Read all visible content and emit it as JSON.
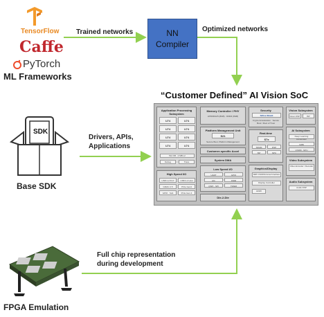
{
  "frameworks": {
    "tensorflow": "TensorFlow",
    "caffe": "Caffe",
    "pytorch": "PyTorch",
    "caption": "ML Frameworks"
  },
  "arrows": {
    "trained": "Trained networks",
    "optimized": "Optimized networks",
    "drivers": [
      "Drivers, APIs,",
      "Applications"
    ],
    "fullchip": [
      "Full chip representation",
      "during development"
    ]
  },
  "compiler": {
    "line1": "NN",
    "line2": "Compiler"
  },
  "soc": {
    "title": "“Customer Defined” AI Vision SoC",
    "app_proc": "Application Processing Subsystem",
    "u74": [
      "U74",
      "U74",
      "U74",
      "U74",
      "U74",
      "U74",
      "U74",
      "U74"
    ],
    "l2": "512 KB · 2 MB L2",
    "debug": "Debug",
    "trace": "Trace",
    "high_speed": "High Speed I/O",
    "hs_items": [
      "USB 3.2 PHY",
      "USB 3.2 Host",
      "GMAC 2.5",
      "PCIe Gen4",
      "GPIO · Sub",
      "PCIe Gen 4"
    ],
    "memory": "Memory Controller / PHY",
    "memory_sub": "LPDDR4x/5 (8GB) · DDR4 (8GB)",
    "pmu": "Platform Management Unit",
    "s21": "S21",
    "pmu_sub": "Secure Boot, Platform Management",
    "accel": "Customer-specific Accel",
    "dma": "System DMA",
    "low_speed": "Low Speed I/O",
    "ls_items": [
      "UART",
      "GPIO",
      "I2C",
      "PWM",
      "QSPI · SPI",
      "TIMER"
    ],
    "d2d": "Die-2-Die",
    "security": "Security",
    "shield": "SiFive Shield",
    "security_sub": "Crypto Acceleration · Secure Boot / Root of Trust",
    "realtime": "Real-time",
    "s7x": "S7x",
    "rt_items": [
      "SRAM",
      "DSP",
      "ISP",
      "NPU"
    ],
    "graphics": "Graphics/Display",
    "gfx_sub": "MIPI CSI/DSI Accel Interface",
    "display": "Display Controller",
    "hdmi": "HDMI",
    "vision": "Vision Subsystem",
    "vision_items": [
      "Vision DSP",
      "ISP"
    ],
    "ai": "AI Subsystem",
    "ai_sub": "Deep Learning Accelerator",
    "ai_items": [
      "X280",
      "VX280 · NPU"
    ],
    "video": "Video Subsystem",
    "video_sub": "Video Encoder / Decoder",
    "audio": "Audio Subsystem",
    "audio_sub": "Audio DSP"
  },
  "sdk": {
    "icon_text": "SDK",
    "caption": "Base SDK"
  },
  "fpga": {
    "caption": "FPGA Emulation"
  },
  "colors": {
    "compiler_fill": "#4472c4",
    "arrow": "#92d050",
    "soc_bg": "#bfbfbf"
  }
}
